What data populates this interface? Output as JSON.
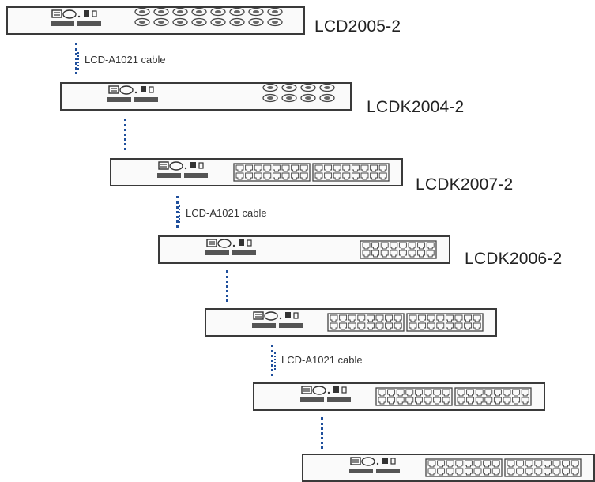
{
  "units": [
    {
      "model": "LCD2005-2",
      "port_style": "vga",
      "port_groups": 1
    },
    {
      "model": "LCDK2004-2",
      "port_style": "vga",
      "port_groups": 1
    },
    {
      "model": "LCDK2007-2",
      "port_style": "rj45",
      "port_groups": 2
    },
    {
      "model": "LCDK2006-2",
      "port_style": "rj45",
      "port_groups": 1
    },
    {
      "model": "",
      "port_style": "rj45",
      "port_groups": 2
    },
    {
      "model": "",
      "port_style": "rj45",
      "port_groups": 2
    },
    {
      "model": "",
      "port_style": "rj45",
      "port_groups": 2
    }
  ],
  "cables": [
    {
      "label": "LCD-A1021 cable"
    },
    {
      "label": ""
    },
    {
      "label": "LCD-A1021 cable"
    },
    {
      "label": ""
    },
    {
      "label": "LCD-A1021 cable"
    },
    {
      "label": ""
    }
  ],
  "colors": {
    "cable": "#1f4f9c",
    "chassis_outline": "#3a3a3a",
    "text": "#222222"
  }
}
